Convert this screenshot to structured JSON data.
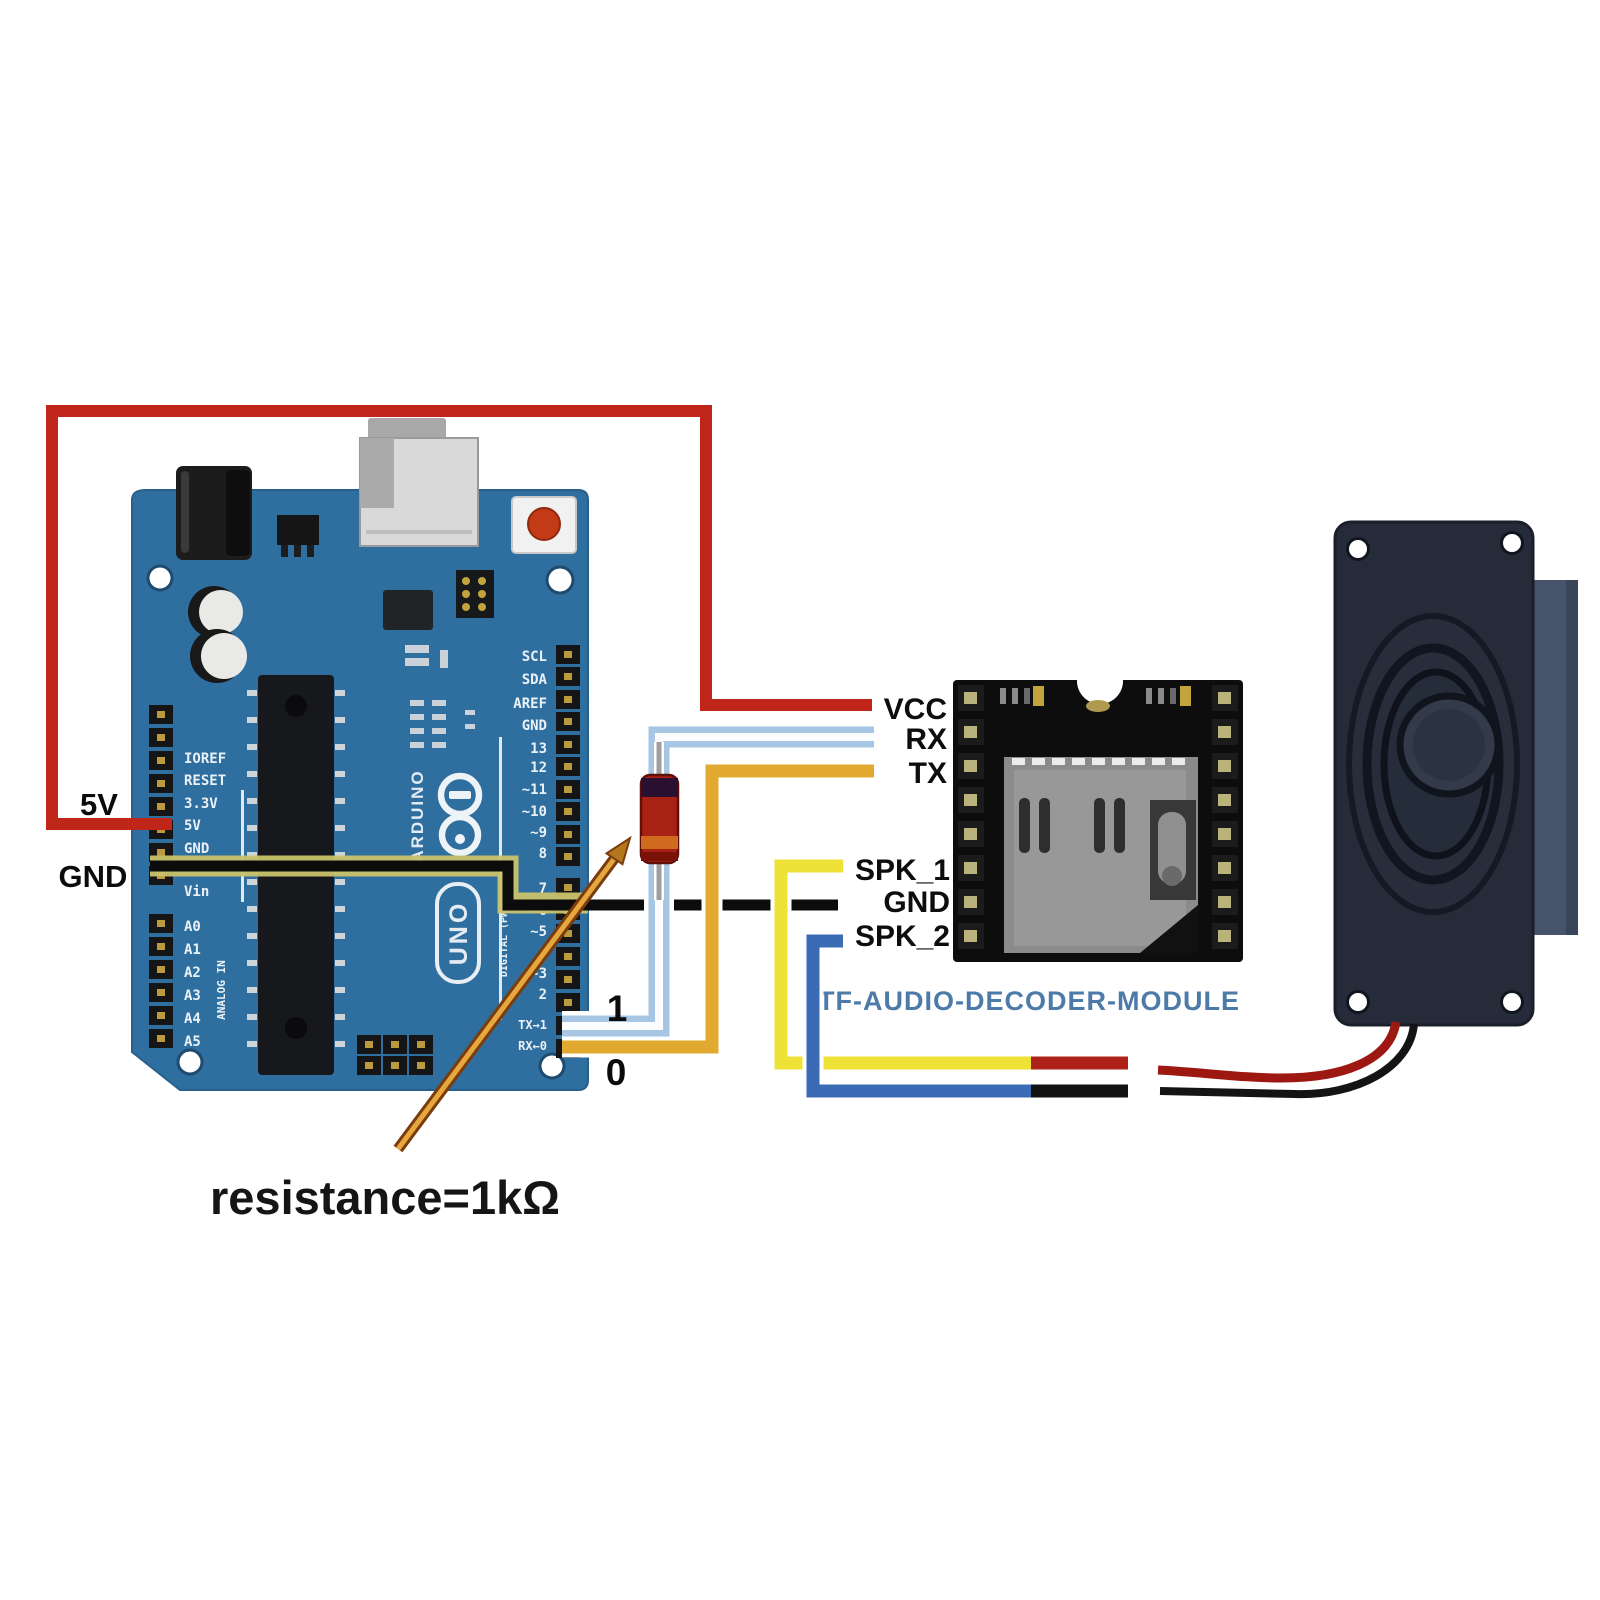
{
  "diagram": {
    "annotations": {
      "supply_label": "5V",
      "ground_label": "GND",
      "tx_pin_number": "1",
      "rx_pin_number": "0",
      "resistor_note": "resistance=1kΩ"
    },
    "module": {
      "title": "TF-AUDIO-DECODER-MODULE",
      "pin_labels": [
        "VCC",
        "RX",
        "TX",
        "SPK_1",
        "GND",
        "SPK_2"
      ]
    },
    "arduino": {
      "brand": "ARDUINO",
      "model": "UNO",
      "analog_section_label": "ANALOG IN",
      "digital_section_label": "DIGITAL (PWM~)",
      "power_pin_labels": [
        "IOREF",
        "RESET",
        "3.3V",
        "5V",
        "GND",
        "Vin"
      ],
      "analog_pin_labels": [
        "A0",
        "A1",
        "A2",
        "A3",
        "A4",
        "A5"
      ],
      "digital_top_labels": [
        "SCL",
        "SDA",
        "AREF",
        "GND",
        "13",
        "12",
        "~11",
        "~10",
        "~9",
        "8"
      ],
      "digital_bottom_labels": [
        "7",
        "~6",
        "~5",
        "4",
        "~3",
        "2",
        "TX→1",
        "RX←0"
      ]
    },
    "colors": {
      "vcc_wire": "#bf2519",
      "gnd_wire": "#0c0c0c",
      "gnd_halo": "#c9c26a",
      "rx_wire": "#a6c6e4",
      "tx_wire": "#e2a930",
      "spk1_wire": "#efe236",
      "spk2_wire": "#3a6bb4",
      "board_blue": "#2f6fa0",
      "module_black": "#0d0d0d",
      "module_title_blue": "#4d7ba9"
    }
  }
}
